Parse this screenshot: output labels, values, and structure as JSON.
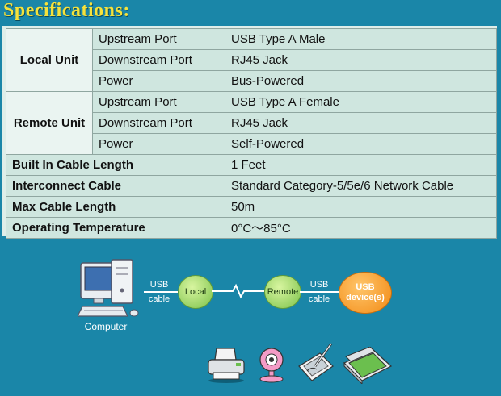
{
  "title": "Specifications:",
  "spec": {
    "local_unit": {
      "label": "Local Unit",
      "rows": [
        {
          "name": "Upstream Port",
          "value": "USB Type A Male"
        },
        {
          "name": "Downstream Port",
          "value": "RJ45 Jack"
        },
        {
          "name": "Power",
          "value": "Bus-Powered"
        }
      ]
    },
    "remote_unit": {
      "label": "Remote Unit",
      "rows": [
        {
          "name": "Upstream Port",
          "value": "USB Type A Female"
        },
        {
          "name": "Downstream Port",
          "value": "RJ45 Jack"
        },
        {
          "name": "Power",
          "value": "Self-Powered"
        }
      ]
    },
    "general": [
      {
        "name": "Built In Cable Length",
        "value": "1 Feet"
      },
      {
        "name": "Interconnect Cable",
        "value": "Standard Category-5/5e/6 Network Cable"
      },
      {
        "name": "Max Cable Length",
        "value": "50m"
      },
      {
        "name": "Operating Temperature",
        "value": "0°C～85°C"
      }
    ]
  },
  "diagram": {
    "computer_label": "Computer",
    "usb_cable_left_1": "USB",
    "usb_cable_left_2": "cable",
    "local_label": "Local",
    "remote_label": "Remote",
    "usb_cable_right_1": "USB",
    "usb_cable_right_2": "cable",
    "usb_device_1": "USB",
    "usb_device_2": "device(s)"
  }
}
